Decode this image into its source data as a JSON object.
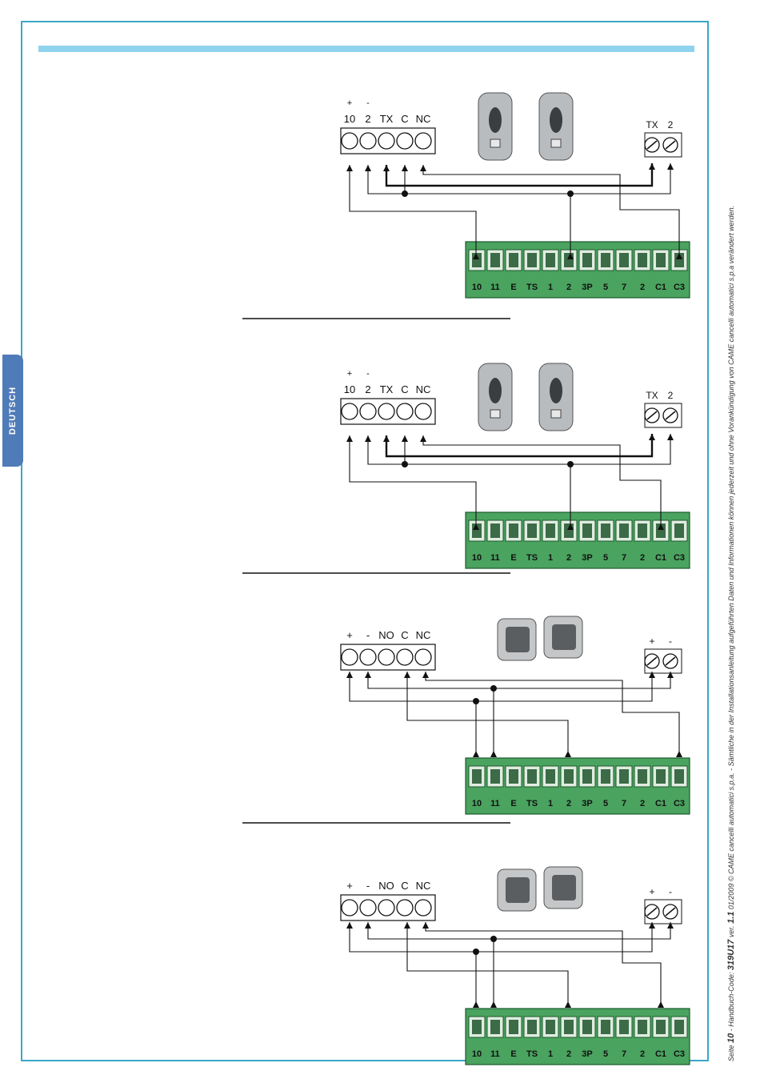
{
  "language_tab": "DEUTSCH",
  "footer": {
    "page_label": "Seite",
    "page_number": "10",
    "manual_label": " - Handbuch-Code:",
    "manual_code": "319U17",
    "ver_label": " ver.",
    "version": "1.1",
    "rest": " 01/2009 © CAME cancelli automatici s.p.a. - Sämtliche in der Installationsanleitung aufgeführten Daten und Informationen können jederzeit und ohne Vorankündigung von CAME cancelli automatici s.p.a verändert werden."
  },
  "colors": {
    "frame": "#3aa6c9",
    "topbar": "#8fd3ee",
    "terminal_board": "#4aa35f",
    "tab": "#4f7bb8"
  },
  "board_terminals": [
    "10",
    "11",
    "E",
    "TS",
    "1",
    "2",
    "3P",
    "5",
    "7",
    "2",
    "C1",
    "C3"
  ],
  "diagrams": [
    {
      "receiver_labels": [
        "10",
        "2",
        "TX",
        "C",
        "NC"
      ],
      "receiver_signs": [
        "+",
        "-"
      ],
      "transmitter_labels": [
        "TX",
        "2"
      ],
      "device_icon": "photocell-device-icon"
    },
    {
      "receiver_labels": [
        "10",
        "2",
        "TX",
        "C",
        "NC"
      ],
      "receiver_signs": [
        "+",
        "-"
      ],
      "transmitter_labels": [
        "TX",
        "2"
      ],
      "device_icon": "photocell-device-icon"
    },
    {
      "receiver_labels": [
        "+",
        "-",
        "NO",
        "C",
        "NC"
      ],
      "transmitter_labels": [
        "+",
        "-"
      ],
      "device_icon": "wall-photocell-device-icon"
    },
    {
      "receiver_labels": [
        "+",
        "-",
        "NO",
        "C",
        "NC"
      ],
      "transmitter_labels": [
        "+",
        "-"
      ],
      "device_icon": "wall-photocell-device-icon"
    }
  ]
}
